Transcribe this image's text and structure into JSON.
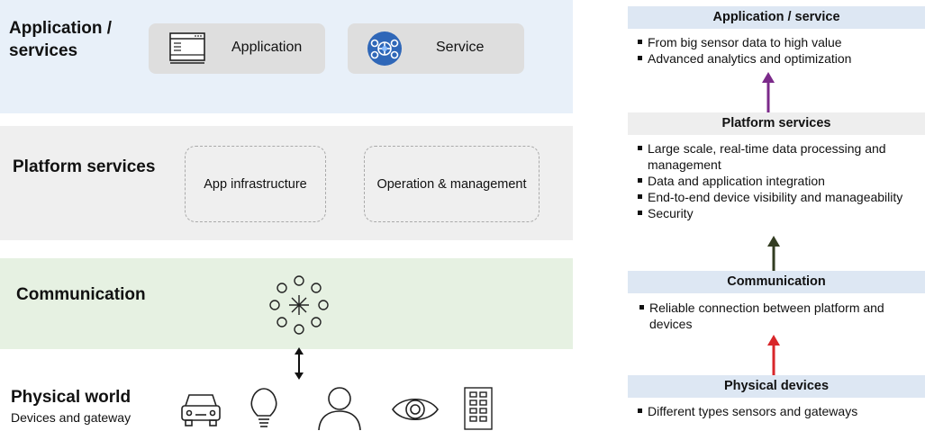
{
  "left": {
    "application": {
      "title": "Application / services",
      "cards": [
        {
          "label": "Application",
          "icon": "application-window-icon"
        },
        {
          "label": "Service",
          "icon": "service-gear-icon"
        }
      ]
    },
    "platform": {
      "title": "Platform services",
      "boxes": [
        "App infrastructure",
        "Operation & management"
      ]
    },
    "communication": {
      "title": "Communication",
      "icon": "network-hub-icon"
    },
    "physical": {
      "title": "Physical world",
      "subtitle": "Devices and gateway",
      "icons": [
        "car-icon",
        "light-bulb-icon",
        "person-icon",
        "eye-icon",
        "building-icon"
      ]
    }
  },
  "right": {
    "application": {
      "heading": "Application / service",
      "bullets": [
        "From big sensor data to high value",
        "Advanced analytics and optimization"
      ]
    },
    "platform": {
      "heading": "Platform services",
      "bullets": [
        "Large scale, real-time data processing and management",
        "Data and application integration",
        "End-to-end device visibility and manageability",
        "Security"
      ]
    },
    "communication": {
      "heading": "Communication",
      "bullets": [
        "Reliable connection between platform and devices"
      ]
    },
    "physical": {
      "heading": "Physical devices",
      "bullets": [
        "Different types sensors and gateways"
      ]
    }
  },
  "colors": {
    "app_band": "#e8f0f9",
    "platform_band": "#efefef",
    "communication_band": "#e6f1e2",
    "arrow_purple": "#7b2a8a",
    "arrow_dark_green": "#333d22",
    "arrow_red": "#d8262a"
  }
}
